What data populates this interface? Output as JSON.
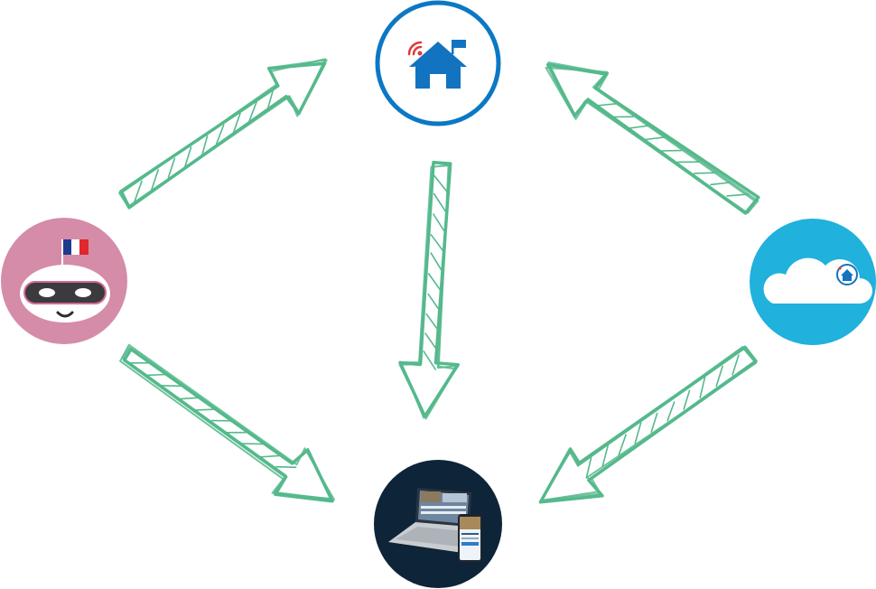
{
  "diagram": {
    "nodes": [
      {
        "id": "home",
        "icon": "smart-home-icon",
        "ring_color": "#0b78c4",
        "fill": "#ffffff",
        "icon_color": "#1273c0",
        "signal_color": "#e0393e"
      },
      {
        "id": "bot",
        "icon": "robot-icon",
        "fill": "#d58ca8",
        "flag": [
          "#1f3b8f",
          "#ffffff",
          "#e1262d"
        ]
      },
      {
        "id": "cloud",
        "icon": "cloud-icon",
        "fill": "#20b1dc",
        "badge_color": "#1273c0"
      },
      {
        "id": "devices",
        "icon": "laptop-phone-icon",
        "fill": "#0e2438"
      }
    ],
    "arrows": [
      {
        "from": "bot",
        "to": "home"
      },
      {
        "from": "cloud",
        "to": "home"
      },
      {
        "from": "home",
        "to": "devices"
      },
      {
        "from": "bot",
        "to": "devices"
      },
      {
        "from": "cloud",
        "to": "devices"
      }
    ],
    "arrow_color": "#55b98c"
  }
}
